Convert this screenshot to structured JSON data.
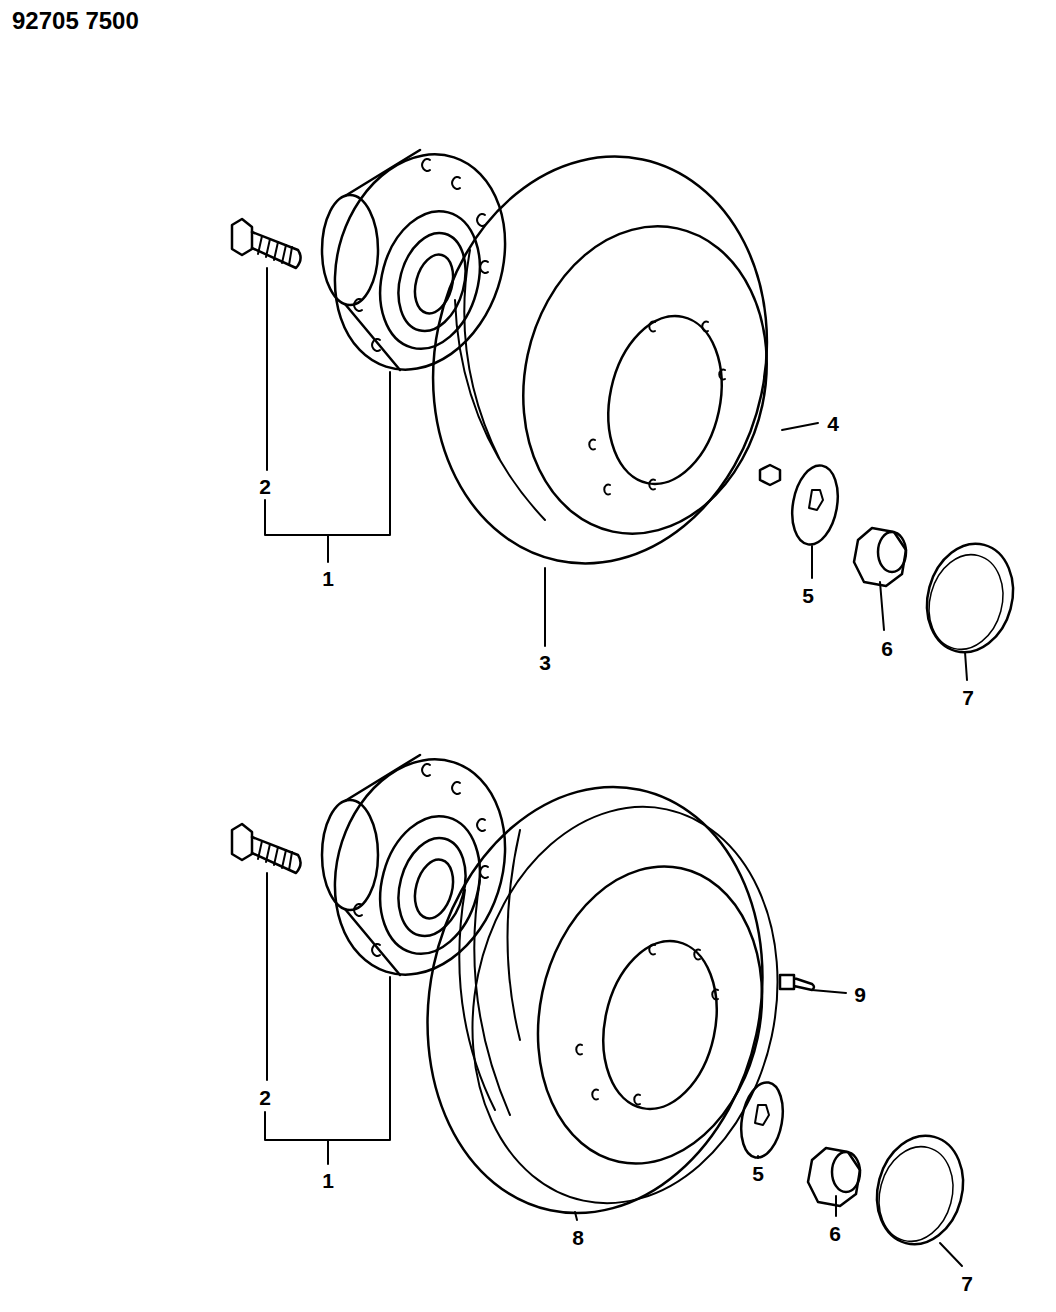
{
  "diagram": {
    "labels": [
      "92705 7500",
      "2",
      "1",
      "3",
      "4",
      "5",
      "6",
      "7",
      "2",
      "1",
      "8",
      "9",
      "5",
      "6",
      "7"
    ]
  }
}
